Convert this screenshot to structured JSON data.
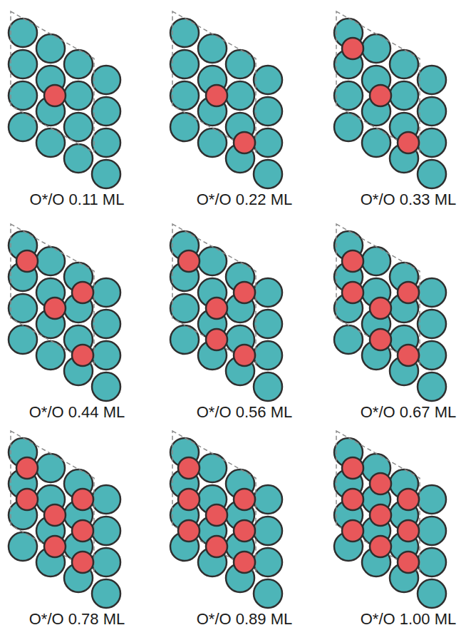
{
  "diagram": {
    "labels": [
      "O*/O 0.11 ML",
      "O*/O 0.22 ML",
      "O*/O 0.33 ML",
      "O*/O 0.44 ML",
      "O*/O 0.56 ML",
      "O*/O 0.67 ML",
      "O*/O 0.78 ML",
      "O*/O 0.89 ML",
      "O*/O 1.00 ML"
    ]
  }
}
